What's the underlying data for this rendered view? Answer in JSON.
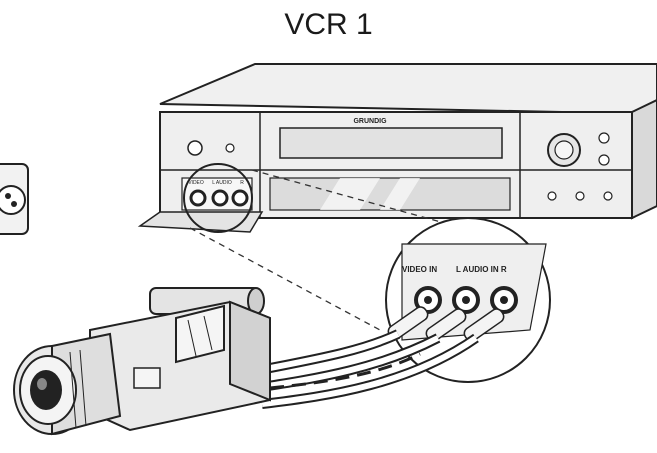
{
  "diagram": {
    "title": "VCR 1",
    "vcr": {
      "brand": "GRUNDIG",
      "front_labels": {
        "video": "VIDEO",
        "audio_l": "L AUDIO",
        "audio_r": "R"
      }
    },
    "inset": {
      "video_in_label": "VIDEO IN",
      "audio_in_label": "L  AUDIO IN  R"
    },
    "colors": {
      "line": "#222222",
      "panel_fill": "#e9e9e9",
      "panel_shade": "#cfcfcf"
    }
  }
}
